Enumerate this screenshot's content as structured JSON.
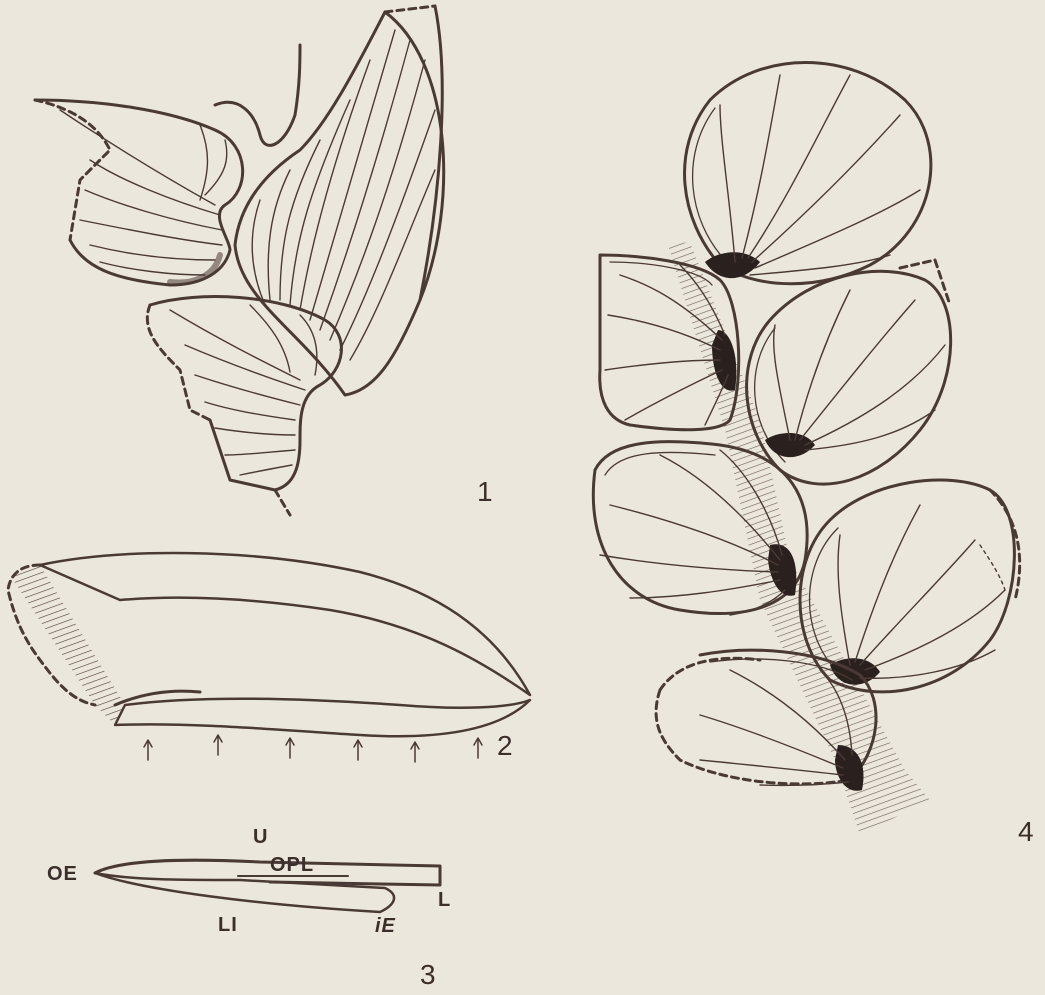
{
  "figures": [
    {
      "number": "1"
    },
    {
      "number": "2"
    },
    {
      "number": "3",
      "labels": {
        "upper": "U",
        "outer_end": "OE",
        "opl": "OPL",
        "lower": "L",
        "li": "LI",
        "inner_end": "iE"
      }
    },
    {
      "number": "4"
    }
  ],
  "colors": {
    "background": "#ece7dc",
    "ink": "#4a3a36",
    "stipple": "#6b5a55",
    "dark_fill": "#2a201e"
  }
}
